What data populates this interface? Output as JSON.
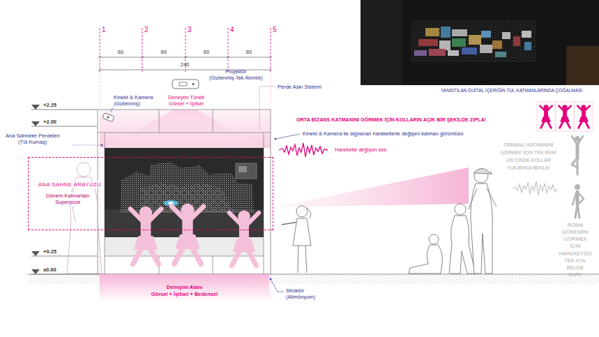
{
  "diagram": {
    "nodes": [
      {
        "text": [
          "Deneyim Tüneli Görsel + İşitsel"
        ]
      },
      {
        "text": [
          "ANA SAHNE ARAYÜZÜ",
          "Dönem Katmanları Superpoze"
        ]
      },
      {
        "text": [
          "Deneyim Alanı",
          "Görsel + İşitsel + Bedensel"
        ]
      }
    ],
    "labels": [
      "1",
      "2",
      "3",
      "4",
      "5",
      "60",
      "60",
      "60",
      "60",
      "240",
      "Projektör (Gizlenmiş-Tek Atımlık)",
      "Perde Askı Sistemi",
      "Kinekt & Kamera (Gizlenmiş)",
      "+2.25",
      "+2.00",
      "+0.25",
      "±0.00",
      "Ana Sahneler Perdeleri (Tül Kumaş)",
      "Kinekt & Kamera ile algılanan hareketlerle değişen katman görüntüsü",
      "Hareketle değişen ses",
      "Strüktür (Alimünyum)",
      "YANSITILAN DİJİTAL İÇERİĞİN TÜL KATMANLARINDA ÇOĞALMASI",
      "ORTA BİZANS KATMANINI GÖRMEK İÇİN KOLLARIN AÇIK BİR ŞEKİLDE ZIPLA!",
      "OSMANLI KATMANINI GÖRMEK İÇİN TEK AYAK ÜSTÜNDE KOLLAR YUKARIDA BEKLE!",
      "ROMA DÖNEMİNİ GÖRMEK İÇİN HAREKETSİZ TEK KOL BELDE DUR!"
    ]
  }
}
